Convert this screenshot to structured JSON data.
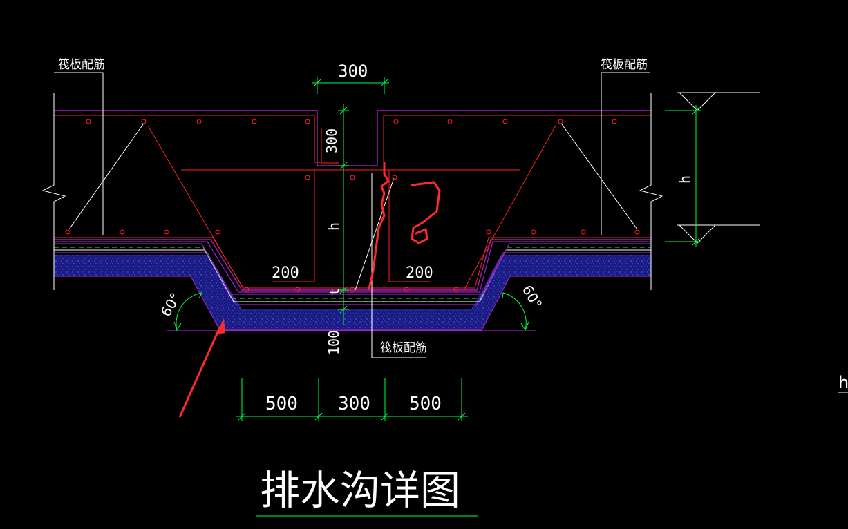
{
  "title": "排水沟详图",
  "labels": {
    "rebar_left": "筏板配筋",
    "rebar_right": "筏板配筋",
    "rebar_bottom": "筏板配筋"
  },
  "dimensions": {
    "top_width": "300",
    "top_depth": "300",
    "h_left": "h",
    "h_right": "h",
    "t": "t",
    "bottom_thickness": "100",
    "left_offset": "200",
    "right_offset": "200",
    "bottom_left": "500",
    "bottom_mid": "300",
    "bottom_right": "500"
  },
  "angles": {
    "left": "60°",
    "right": "60°"
  },
  "edge_text": "h",
  "colors": {
    "background": "#000000",
    "concrete_outline": "#a020c0",
    "rebar": "#ff2020",
    "dimension": "#00ff40",
    "gravel": "#2020a0",
    "annotation": "#ff2a2a",
    "text": "#ffffff"
  }
}
